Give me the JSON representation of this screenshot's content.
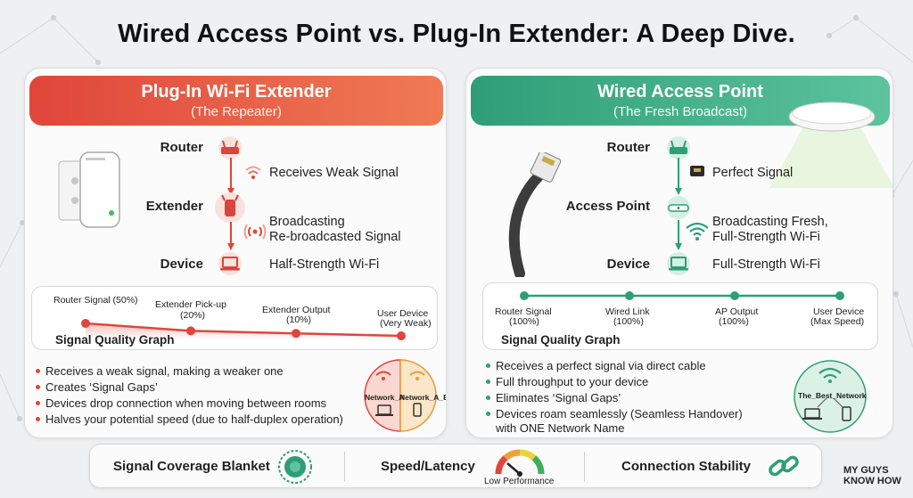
{
  "title": "Wired Access Point vs. Plug-In Extender: A Deep Dive.",
  "colors": {
    "extender": "#e0463a",
    "access_point": "#2f9e78"
  },
  "left": {
    "heading": "Plug-In Wi-Fi Extender",
    "subheading": "(The Repeater)",
    "flow": {
      "router_label": "Router",
      "router_note": "Receives Weak Signal",
      "extender_label": "Extender",
      "extender_note_1": "Broadcasting",
      "extender_note_2": "Re-broadcasted Signal",
      "device_label": "Device",
      "device_note": "Half-Strength Wi-Fi"
    },
    "graph": {
      "title": "Signal Quality Graph",
      "points": [
        {
          "line1": "Router Signal (50%)",
          "line2": "",
          "value": 50
        },
        {
          "line1": "Extender Pick-up",
          "line2": "(20%)",
          "value": 20
        },
        {
          "line1": "Extender Output",
          "line2": "(10%)",
          "value": 10
        },
        {
          "line1": "User Device",
          "line2": "(Very Weak)",
          "value": 0
        }
      ]
    },
    "bullets": [
      "Receives a weak signal, making a weaker one",
      "Creates ‘Signal Gaps’",
      "Devices drop connection when moving between rooms",
      "Halves your potential speed (due to half-duplex operation)"
    ],
    "networks": {
      "a": "Network_A",
      "b": "Network_A_EXT"
    }
  },
  "right": {
    "heading": "Wired Access Point",
    "subheading": "(The Fresh Broadcast)",
    "flow": {
      "router_label": "Router",
      "router_note": "Perfect Signal",
      "ap_label": "Access Point",
      "ap_note_1": "Broadcasting Fresh,",
      "ap_note_2": "Full-Strength Wi-Fi",
      "device_label": "Device",
      "device_note": "Full-Strength Wi-Fi"
    },
    "graph": {
      "title": "Signal Quality Graph",
      "points": [
        {
          "line1": "Router Signal",
          "line2": "(100%)",
          "value": 100
        },
        {
          "line1": "Wired Link",
          "line2": "(100%)",
          "value": 100
        },
        {
          "line1": "AP Output",
          "line2": "(100%)",
          "value": 100
        },
        {
          "line1": "User Device",
          "line2": "(Max Speed)",
          "value": 100
        }
      ]
    },
    "bullets": [
      "Receives a perfect signal via direct cable",
      "Full throughput to your device",
      "Eliminates ‘Signal Gaps’",
      "Devices roam seamlessly (Seamless Handover)",
      "with ONE Network Name"
    ],
    "network": "The_Best_Network"
  },
  "bottom": {
    "coverage": "Signal Coverage Blanket",
    "speed": "Speed/Latency",
    "gauge_label": "Low Performance",
    "stability": "Connection Stability"
  },
  "logo": {
    "line1": "MY GUYS",
    "line2": "KNOW HOW"
  }
}
